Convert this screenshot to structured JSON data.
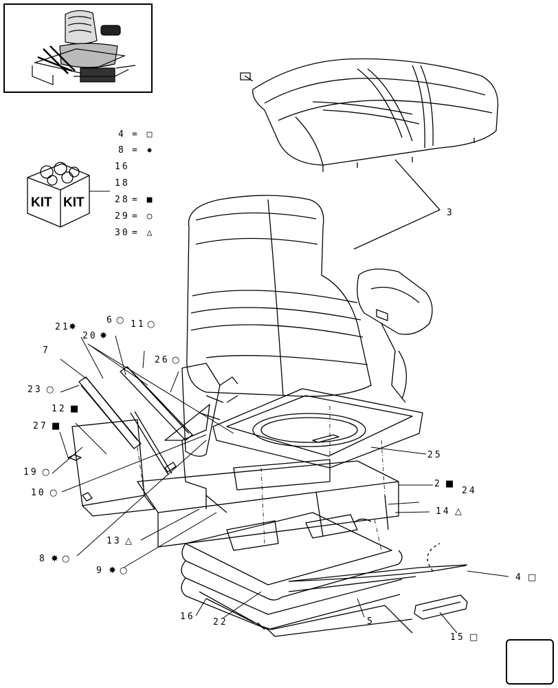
{
  "callouts": {
    "c3": "3",
    "c2": "2",
    "c24": "24",
    "c14": "14",
    "c25": "25",
    "c4": "4",
    "c15": "15",
    "c5": "5",
    "c22": "22",
    "c16": "16",
    "c9": "9",
    "c8": "8",
    "c13": "13",
    "c10": "10",
    "c19": "19",
    "c27": "27",
    "c12": "12",
    "c23": "23",
    "c7": "7",
    "c21": "21",
    "c20": "20",
    "c6": "6",
    "c11": "11",
    "c26": "26"
  },
  "kit": {
    "box_text_left": "KIT",
    "box_text_right": "KIT",
    "items": [
      {
        "num": "4",
        "mark": "= □"
      },
      {
        "num": "8",
        "mark": "= ✸"
      },
      {
        "num": "16",
        "mark": ""
      },
      {
        "num": "18",
        "mark": ""
      },
      {
        "num": "28",
        "mark": "= ■"
      },
      {
        "num": "29",
        "mark": "= ○"
      },
      {
        "num": "30",
        "mark": "= △"
      }
    ]
  },
  "symbols": {
    "square_open": "□",
    "square_filled": "■",
    "circle": "○",
    "triangle": "△",
    "star": "✸"
  },
  "icons": {
    "thumbnail": "seat-assembly-thumbnail",
    "nav": "next-page-arrow-icon"
  }
}
